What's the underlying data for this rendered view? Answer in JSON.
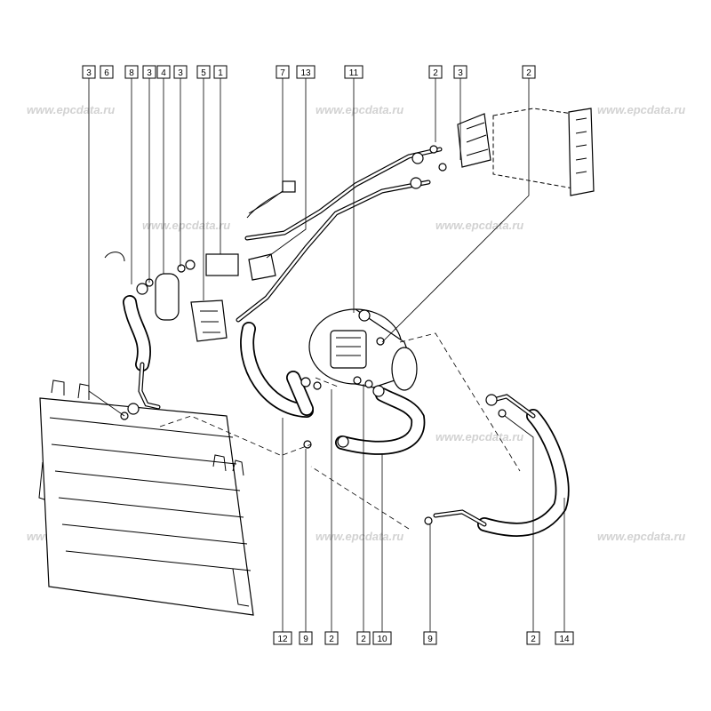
{
  "watermark": "www.epcdata.ru",
  "top_callouts": [
    {
      "id": "3"
    },
    {
      "id": "6"
    },
    {
      "id": "8"
    },
    {
      "id": "3"
    },
    {
      "id": "4"
    },
    {
      "id": "3"
    },
    {
      "id": "5"
    },
    {
      "id": "1"
    },
    {
      "id": "7"
    },
    {
      "id": "13"
    },
    {
      "id": "11"
    },
    {
      "id": "2"
    },
    {
      "id": "3"
    },
    {
      "id": "2"
    }
  ],
  "bottom_callouts": [
    {
      "id": "12"
    },
    {
      "id": "9"
    },
    {
      "id": "2"
    },
    {
      "id": "2"
    },
    {
      "id": "10"
    },
    {
      "id": "9"
    },
    {
      "id": "2"
    },
    {
      "id": "14"
    }
  ],
  "colors": {
    "line": "#000000",
    "watermark": "#d2d2d2",
    "background": "#ffffff"
  }
}
